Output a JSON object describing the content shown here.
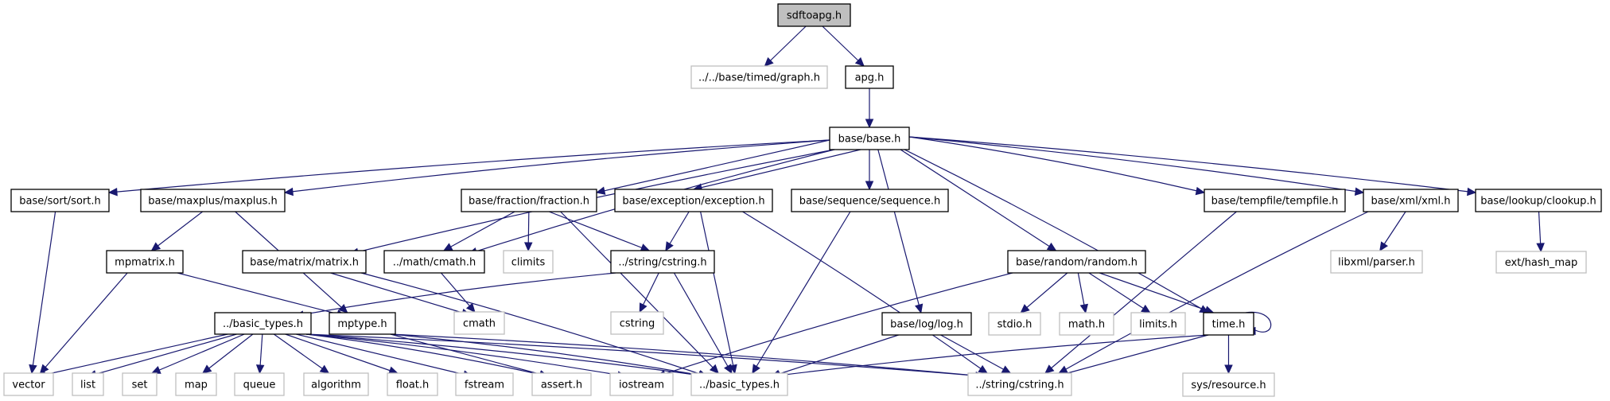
{
  "graph": {
    "title": "sdftoapg.h",
    "colors": {
      "edge": "#191970",
      "documented_border": "#000000",
      "external_border": "#bfbfbf",
      "root_fill": "#bfbfbf"
    },
    "nodes": [
      {
        "id": "sdftoapg",
        "label": "sdftoapg.h",
        "kind": "root"
      },
      {
        "id": "graph",
        "label": "../../base/timed/graph.h",
        "kind": "external"
      },
      {
        "id": "apg",
        "label": "apg.h",
        "kind": "documented"
      },
      {
        "id": "base",
        "label": "base/base.h",
        "kind": "documented"
      },
      {
        "id": "sort",
        "label": "base/sort/sort.h",
        "kind": "documented"
      },
      {
        "id": "maxplus",
        "label": "base/maxplus/maxplus.h",
        "kind": "documented"
      },
      {
        "id": "fraction",
        "label": "base/fraction/fraction.h",
        "kind": "documented"
      },
      {
        "id": "exception",
        "label": "base/exception/exception.h",
        "kind": "documented"
      },
      {
        "id": "sequence",
        "label": "base/sequence/sequence.h",
        "kind": "documented"
      },
      {
        "id": "tempfile",
        "label": "base/tempfile/tempfile.h",
        "kind": "documented"
      },
      {
        "id": "xml",
        "label": "base/xml/xml.h",
        "kind": "documented"
      },
      {
        "id": "clookup",
        "label": "base/lookup/clookup.h",
        "kind": "documented"
      },
      {
        "id": "mpmatrix",
        "label": "mpmatrix.h",
        "kind": "documented"
      },
      {
        "id": "matrix",
        "label": "base/matrix/matrix.h",
        "kind": "documented"
      },
      {
        "id": "mathcmath",
        "label": "../math/cmath.h",
        "kind": "documented"
      },
      {
        "id": "climits",
        "label": "climits",
        "kind": "external"
      },
      {
        "id": "strcstring",
        "label": "../string/cstring.h",
        "kind": "documented"
      },
      {
        "id": "random",
        "label": "base/random/random.h",
        "kind": "documented"
      },
      {
        "id": "libxml",
        "label": "libxml/parser.h",
        "kind": "external"
      },
      {
        "id": "hashmap",
        "label": "ext/hash_map",
        "kind": "external"
      },
      {
        "id": "basictypes",
        "label": "../basic_types.h",
        "kind": "documented"
      },
      {
        "id": "mptype",
        "label": "mptype.h",
        "kind": "documented"
      },
      {
        "id": "cmath",
        "label": "cmath",
        "kind": "external"
      },
      {
        "id": "cstring",
        "label": "cstring",
        "kind": "external"
      },
      {
        "id": "log",
        "label": "base/log/log.h",
        "kind": "documented"
      },
      {
        "id": "stdio",
        "label": "stdio.h",
        "kind": "external"
      },
      {
        "id": "mathh",
        "label": "math.h",
        "kind": "external"
      },
      {
        "id": "limits",
        "label": "limits.h",
        "kind": "external"
      },
      {
        "id": "time",
        "label": "time.h",
        "kind": "documented"
      },
      {
        "id": "vector",
        "label": "vector",
        "kind": "external"
      },
      {
        "id": "list",
        "label": "list",
        "kind": "external"
      },
      {
        "id": "set",
        "label": "set",
        "kind": "external"
      },
      {
        "id": "map",
        "label": "map",
        "kind": "external"
      },
      {
        "id": "queue",
        "label": "queue",
        "kind": "external"
      },
      {
        "id": "algorithm",
        "label": "algorithm",
        "kind": "external"
      },
      {
        "id": "floath",
        "label": "float.h",
        "kind": "external"
      },
      {
        "id": "fstream",
        "label": "fstream",
        "kind": "external"
      },
      {
        "id": "asserth",
        "label": "assert.h",
        "kind": "external"
      },
      {
        "id": "iostream",
        "label": "iostream",
        "kind": "external"
      },
      {
        "id": "basictypes2",
        "label": "../basic_types.h",
        "kind": "external"
      },
      {
        "id": "strcstring2",
        "label": "../string/cstring.h",
        "kind": "external"
      },
      {
        "id": "sysresource",
        "label": "sys/resource.h",
        "kind": "external"
      }
    ],
    "edges": [
      [
        "sdftoapg",
        "graph"
      ],
      [
        "sdftoapg",
        "apg"
      ],
      [
        "apg",
        "base"
      ],
      [
        "base",
        "sort"
      ],
      [
        "base",
        "maxplus"
      ],
      [
        "base",
        "fraction"
      ],
      [
        "base",
        "exception"
      ],
      [
        "base",
        "sequence"
      ],
      [
        "base",
        "tempfile"
      ],
      [
        "base",
        "xml"
      ],
      [
        "base",
        "clookup"
      ],
      [
        "base",
        "matrix"
      ],
      [
        "base",
        "mathcmath"
      ],
      [
        "base",
        "random"
      ],
      [
        "base",
        "log"
      ],
      [
        "base",
        "time"
      ],
      [
        "sort",
        "vector"
      ],
      [
        "maxplus",
        "mpmatrix"
      ],
      [
        "maxplus",
        "mptype"
      ],
      [
        "mpmatrix",
        "vector"
      ],
      [
        "mpmatrix",
        "mptype"
      ],
      [
        "matrix",
        "cmath"
      ],
      [
        "matrix",
        "basictypes2"
      ],
      [
        "fraction",
        "mathcmath"
      ],
      [
        "fraction",
        "climits"
      ],
      [
        "fraction",
        "strcstring"
      ],
      [
        "fraction",
        "basictypes2"
      ],
      [
        "exception",
        "strcstring"
      ],
      [
        "exception",
        "basictypes2"
      ],
      [
        "exception",
        "strcstring2"
      ],
      [
        "sequence",
        "basictypes2"
      ],
      [
        "tempfile",
        "strcstring2"
      ],
      [
        "xml",
        "libxml"
      ],
      [
        "xml",
        "strcstring2"
      ],
      [
        "clookup",
        "hashmap"
      ],
      [
        "mathcmath",
        "cmath"
      ],
      [
        "strcstring",
        "basictypes"
      ],
      [
        "strcstring",
        "cstring"
      ],
      [
        "strcstring",
        "basictypes2"
      ],
      [
        "random",
        "iostream"
      ],
      [
        "random",
        "stdio"
      ],
      [
        "random",
        "mathh"
      ],
      [
        "random",
        "limits"
      ],
      [
        "random",
        "time"
      ],
      [
        "basictypes",
        "vector"
      ],
      [
        "basictypes",
        "list"
      ],
      [
        "basictypes",
        "set"
      ],
      [
        "basictypes",
        "map"
      ],
      [
        "basictypes",
        "queue"
      ],
      [
        "basictypes",
        "algorithm"
      ],
      [
        "basictypes",
        "floath"
      ],
      [
        "basictypes",
        "fstream"
      ],
      [
        "basictypes",
        "asserth"
      ],
      [
        "basictypes",
        "iostream"
      ],
      [
        "basictypes",
        "basictypes2"
      ],
      [
        "basictypes",
        "strcstring2"
      ],
      [
        "mptype",
        "asserth"
      ],
      [
        "mptype",
        "basictypes2"
      ],
      [
        "mptype",
        "strcstring2"
      ],
      [
        "log",
        "basictypes2"
      ],
      [
        "log",
        "strcstring2"
      ],
      [
        "time",
        "time"
      ],
      [
        "time",
        "basictypes2"
      ],
      [
        "time",
        "strcstring2"
      ],
      [
        "time",
        "sysresource"
      ]
    ]
  }
}
